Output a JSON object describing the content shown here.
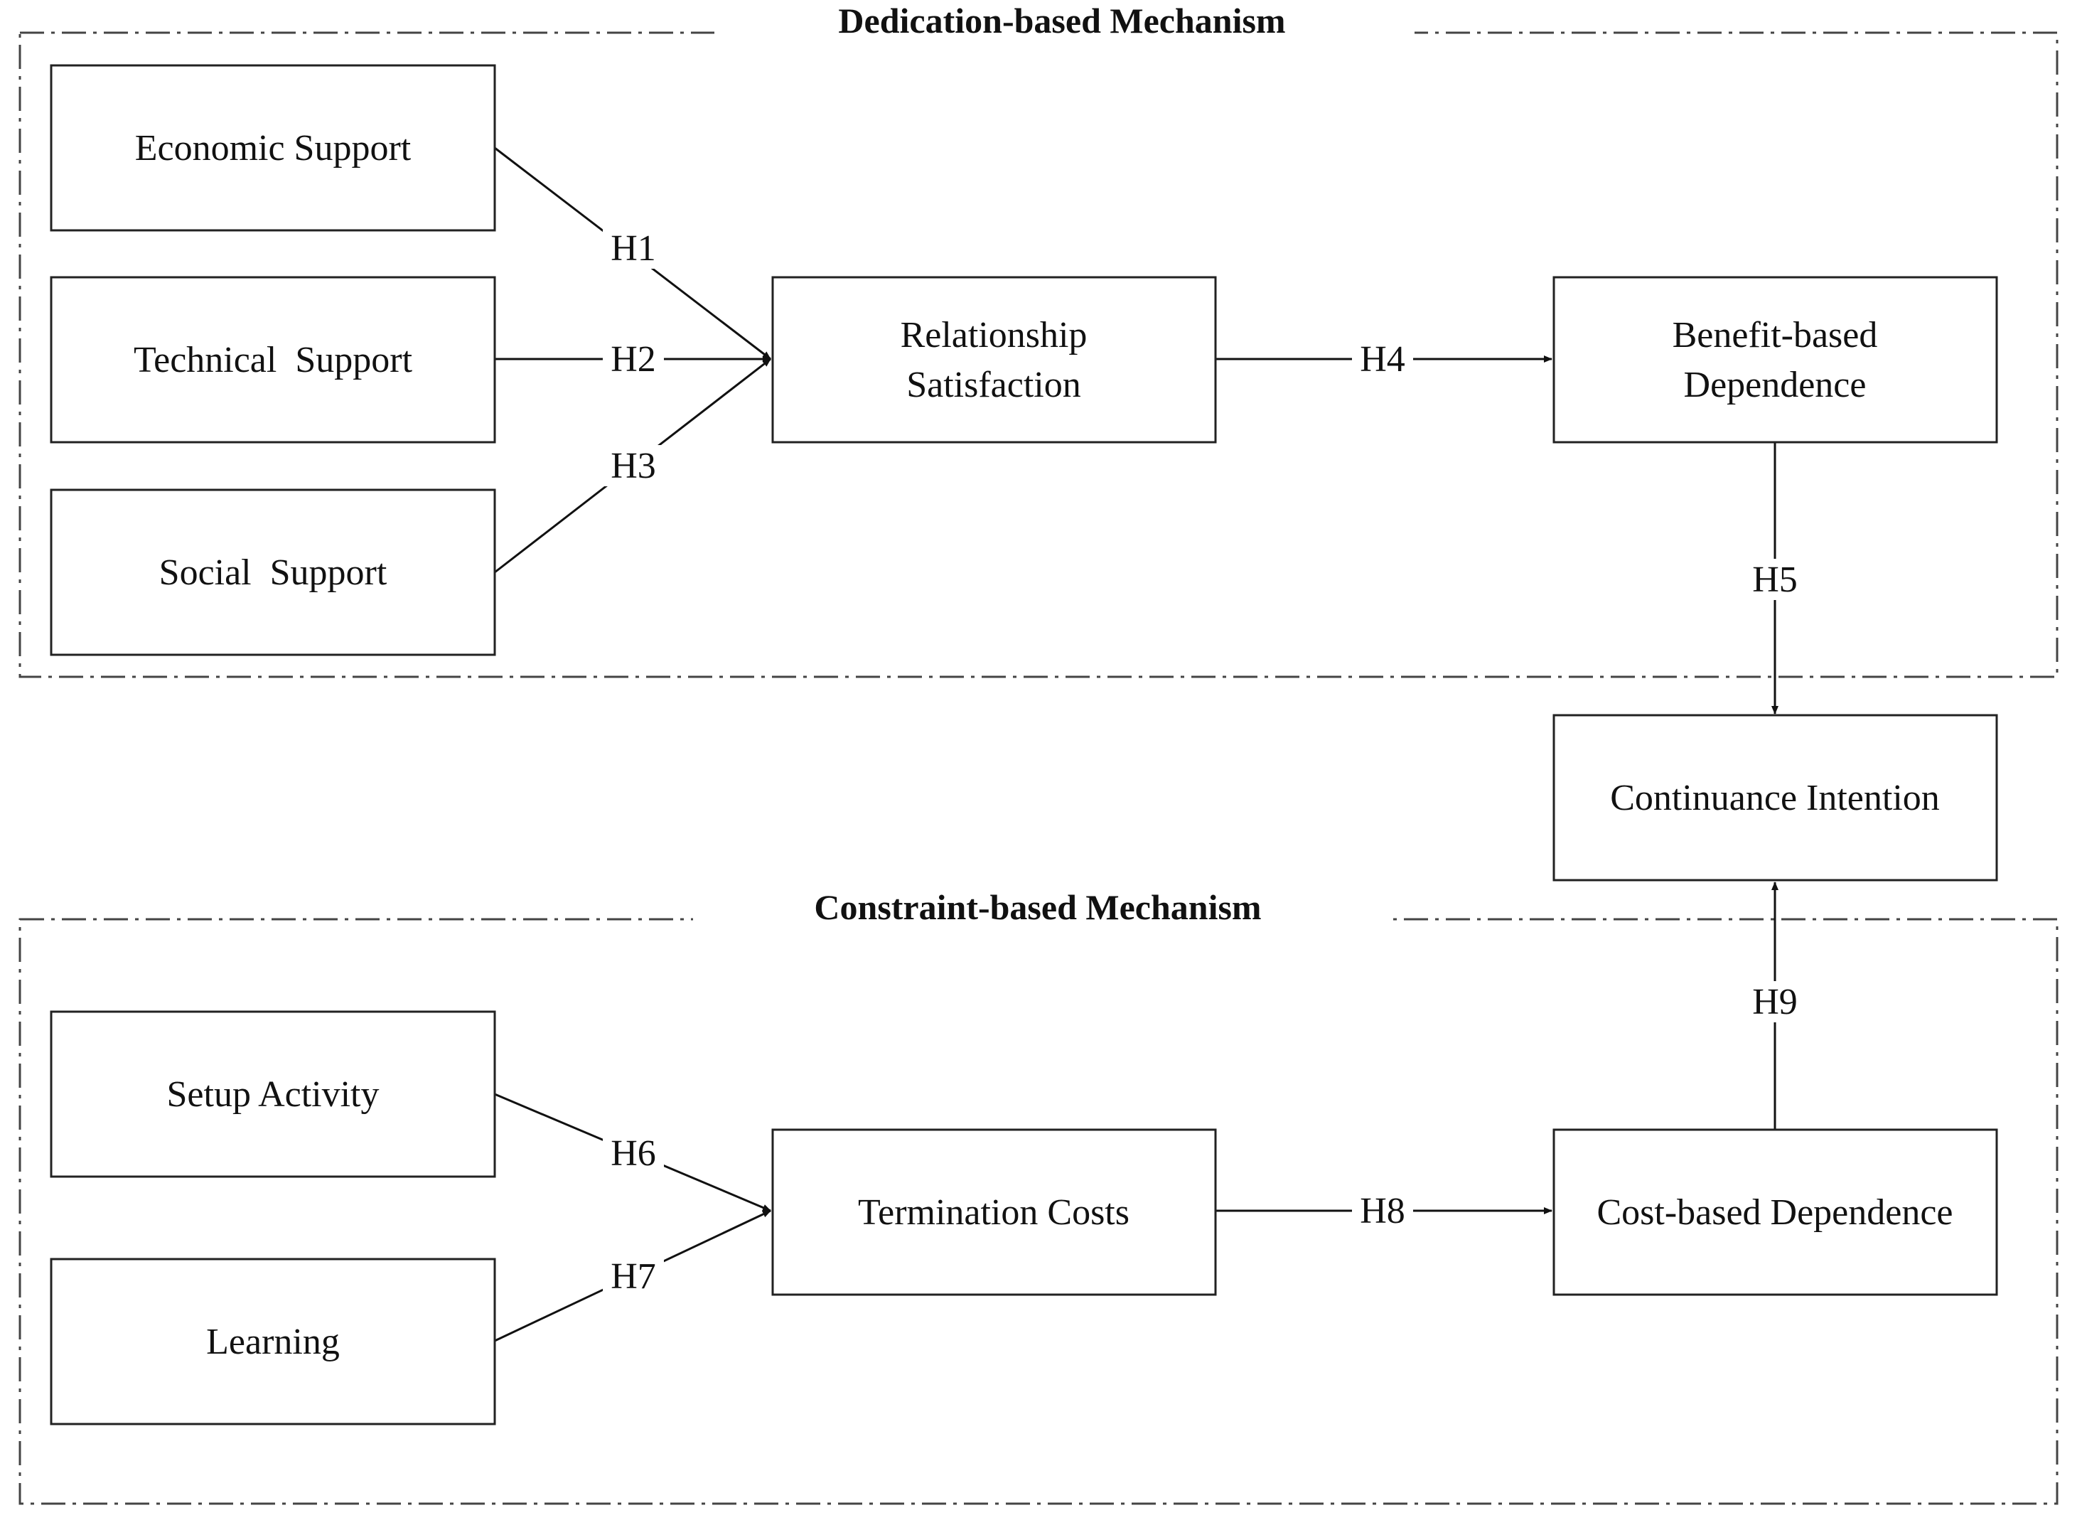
{
  "groups": {
    "dedication": {
      "title": "Dedication-based Mechanism"
    },
    "constraint": {
      "title": "Constraint-based Mechanism"
    }
  },
  "nodes": {
    "economic_support": {
      "lines": [
        "Economic Support"
      ]
    },
    "technical_support": {
      "lines": [
        "Technical  Support"
      ]
    },
    "social_support": {
      "lines": [
        "Social  Support"
      ]
    },
    "relationship_satisfaction": {
      "lines": [
        "Relationship",
        "Satisfaction"
      ]
    },
    "benefit_based_dependence": {
      "lines": [
        "Benefit-based",
        "Dependence"
      ]
    },
    "continuance_intention": {
      "lines": [
        "Continuance Intention"
      ]
    },
    "setup_activity": {
      "lines": [
        "Setup Activity"
      ]
    },
    "learning": {
      "lines": [
        "Learning"
      ]
    },
    "termination_costs": {
      "lines": [
        "Termination Costs"
      ]
    },
    "cost_based_dependence": {
      "lines": [
        "Cost-based Dependence"
      ]
    }
  },
  "edges": {
    "h1": {
      "label": "H1",
      "from": "Economic Support",
      "to": "Relationship Satisfaction"
    },
    "h2": {
      "label": "H2",
      "from": "Technical Support",
      "to": "Relationship Satisfaction"
    },
    "h3": {
      "label": "H3",
      "from": "Social Support",
      "to": "Relationship Satisfaction"
    },
    "h4": {
      "label": "H4",
      "from": "Relationship Satisfaction",
      "to": "Benefit-based Dependence"
    },
    "h5": {
      "label": "H5",
      "from": "Benefit-based Dependence",
      "to": "Continuance Intention"
    },
    "h6": {
      "label": "H6",
      "from": "Setup Activity",
      "to": "Termination Costs"
    },
    "h7": {
      "label": "H7",
      "from": "Learning",
      "to": "Termination Costs"
    },
    "h8": {
      "label": "H8",
      "from": "Termination Costs",
      "to": "Cost-based Dependence"
    },
    "h9": {
      "label": "H9",
      "from": "Cost-based Dependence",
      "to": "Continuance Intention"
    }
  }
}
